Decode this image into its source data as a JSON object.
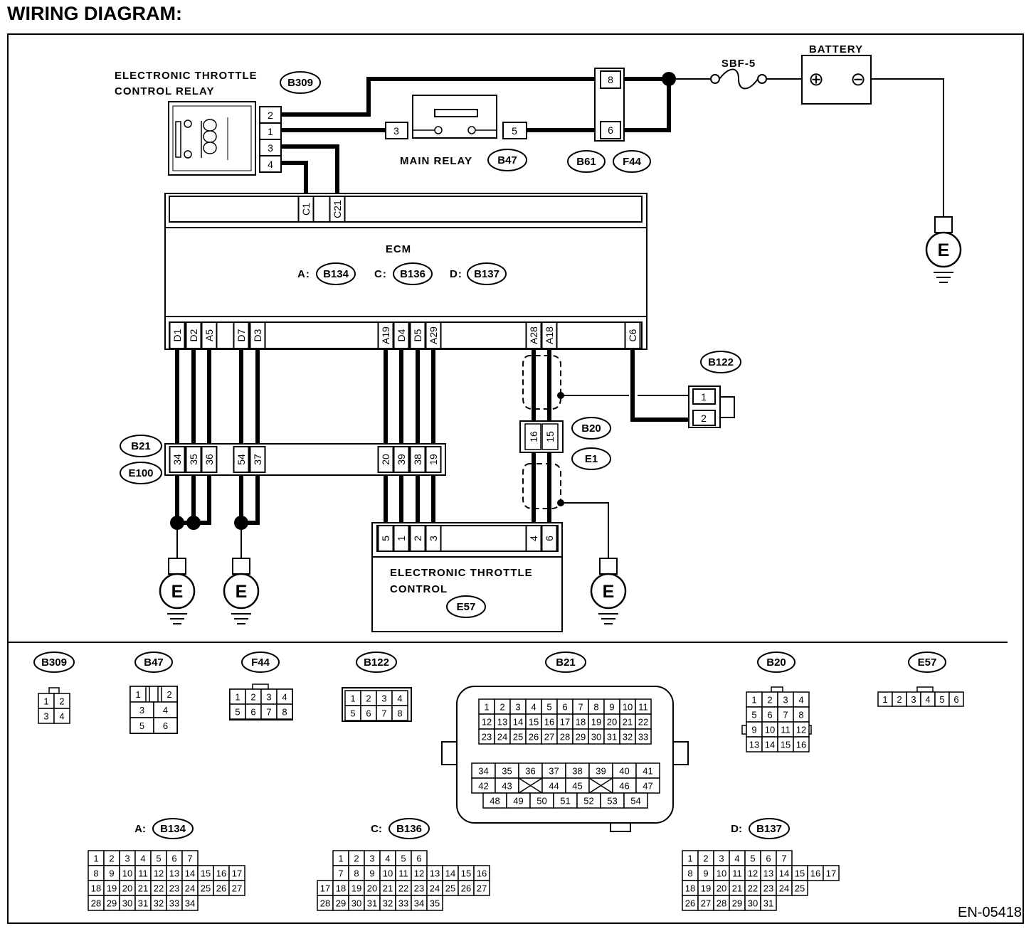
{
  "title": "WIRING DIAGRAM:",
  "code": "EN-05418",
  "components": {
    "etc_relay": {
      "name1": "ELECTRONIC THROTTLE",
      "name2": "CONTROL RELAY",
      "conn": "B309",
      "pins": [
        "2",
        "1",
        "3",
        "4"
      ]
    },
    "main_relay": {
      "name": "MAIN RELAY",
      "conn": "B47",
      "pins": [
        "3",
        "5"
      ]
    },
    "fuse_box": {
      "pins": [
        "8",
        "6"
      ],
      "conn1": "B61",
      "conn2": "F44"
    },
    "fuse": "SBF-5",
    "battery": {
      "name": "BATTERY",
      "plus": "⊕",
      "minus": "⊖"
    },
    "ground": "E",
    "ecm": {
      "name": "ECM",
      "connectors": [
        {
          "prefix": "A:",
          "conn": "B134"
        },
        {
          "prefix": "C:",
          "conn": "B136"
        },
        {
          "prefix": "D:",
          "conn": "B137"
        }
      ],
      "top_pins": [
        "C1",
        "C21"
      ],
      "bottom_pins": [
        "D1",
        "D2",
        "A5",
        "D7",
        "D3",
        "A19",
        "D4",
        "D5",
        "A29",
        "A28",
        "A18",
        "C6"
      ]
    },
    "b122": {
      "conn": "B122",
      "pins": [
        "1",
        "2"
      ]
    },
    "b20": {
      "conn1": "B20",
      "conn2": "E1",
      "pins": [
        "16",
        "15"
      ]
    },
    "b21": {
      "conn1": "B21",
      "conn2": "E100",
      "pins": [
        "34",
        "35",
        "36",
        "54",
        "37",
        "20",
        "39",
        "38",
        "19"
      ]
    },
    "etc": {
      "name1": "ELECTRONIC THROTTLE",
      "name2": "CONTROL",
      "conn": "E57",
      "pins": [
        "5",
        "1",
        "2",
        "3",
        "4",
        "6"
      ]
    }
  },
  "connector_views": {
    "B309": {
      "label": "B309",
      "rows": [
        [
          "1",
          "2"
        ],
        [
          "3",
          "4"
        ]
      ]
    },
    "B47": {
      "label": "B47",
      "rows": [
        [
          "1",
          "",
          "2"
        ],
        [
          "3",
          "4"
        ],
        [
          "5",
          "6"
        ]
      ]
    },
    "F44": {
      "label": "F44",
      "rows": [
        [
          "1",
          "2",
          "3",
          "4"
        ],
        [
          "5",
          "6",
          "7",
          "8"
        ]
      ]
    },
    "B122": {
      "label": "B122",
      "rows": [
        [
          "1",
          "2",
          "3",
          "4"
        ],
        [
          "5",
          "6",
          "7",
          "8"
        ]
      ]
    },
    "B21": {
      "label": "B21",
      "rows": [
        [
          "1",
          "2",
          "3",
          "4",
          "5",
          "6",
          "7",
          "8",
          "9",
          "10",
          "11"
        ],
        [
          "12",
          "13",
          "14",
          "15",
          "16",
          "17",
          "18",
          "19",
          "20",
          "21",
          "22"
        ],
        [
          "23",
          "24",
          "25",
          "26",
          "27",
          "28",
          "29",
          "30",
          "31",
          "32",
          "33"
        ],
        [
          "34",
          "35",
          "36",
          "37",
          "38",
          "39",
          "40",
          "41"
        ],
        [
          "42",
          "43",
          "",
          "44",
          "45",
          "",
          "46",
          "47"
        ],
        [
          "48",
          "49",
          "50",
          "51",
          "52",
          "53",
          "54"
        ]
      ]
    },
    "B20": {
      "label": "B20",
      "rows": [
        [
          "1",
          "2",
          "3",
          "4"
        ],
        [
          "5",
          "6",
          "7",
          "8"
        ],
        [
          "9",
          "10",
          "11",
          "12"
        ],
        [
          "13",
          "14",
          "15",
          "16"
        ]
      ]
    },
    "E57": {
      "label": "E57",
      "rows": [
        [
          "1",
          "2",
          "3",
          "4",
          "5",
          "6"
        ]
      ]
    },
    "B134": {
      "prefix": "A:",
      "label": "B134",
      "rows": [
        [
          "1",
          "2",
          "3",
          "4",
          "5",
          "6",
          "7"
        ],
        [
          "8",
          "9",
          "10",
          "11",
          "12",
          "13",
          "14",
          "15",
          "16",
          "17"
        ],
        [
          "18",
          "19",
          "20",
          "21",
          "22",
          "23",
          "24",
          "25",
          "26",
          "27"
        ],
        [
          "28",
          "29",
          "30",
          "31",
          "32",
          "33",
          "34"
        ]
      ]
    },
    "B136": {
      "prefix": "C:",
      "label": "B136",
      "rows": [
        [
          "1",
          "2",
          "3",
          "4",
          "5",
          "6"
        ],
        [
          "7",
          "8",
          "9",
          "10",
          "11",
          "12",
          "13",
          "14",
          "15",
          "16"
        ],
        [
          "17",
          "18",
          "19",
          "20",
          "21",
          "22",
          "23",
          "24",
          "25",
          "26",
          "27"
        ],
        [
          "28",
          "29",
          "30",
          "31",
          "32",
          "33",
          "34",
          "35"
        ]
      ]
    },
    "B137": {
      "prefix": "D:",
      "label": "B137",
      "rows": [
        [
          "1",
          "2",
          "3",
          "4",
          "5",
          "6",
          "7"
        ],
        [
          "8",
          "9",
          "10",
          "11",
          "12",
          "13",
          "14",
          "15",
          "16",
          "17"
        ],
        [
          "18",
          "19",
          "20",
          "21",
          "22",
          "23",
          "24",
          "25"
        ],
        [
          "26",
          "27",
          "28",
          "29",
          "30",
          "31"
        ]
      ]
    }
  }
}
